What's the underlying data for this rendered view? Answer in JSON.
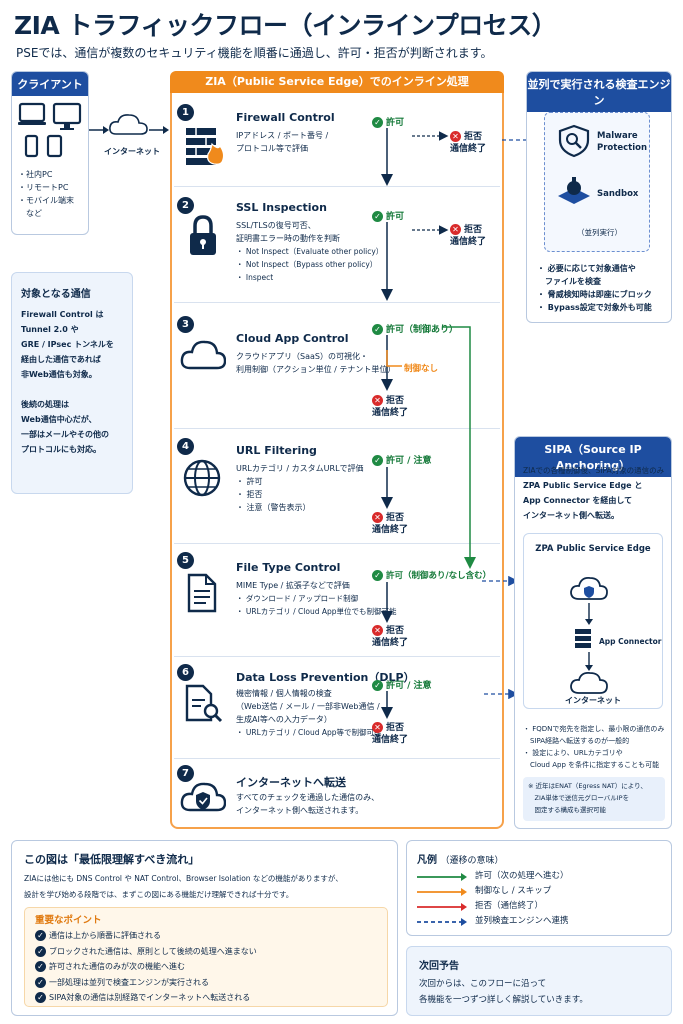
{
  "title": "ZIA トラフィックフロー（インラインプロセス）",
  "subtitle": "PSEでは、通信が複数のセキュリティ機能を順番に通過し、許可・拒否が判断されます。",
  "client": {
    "header": "クライアント",
    "items": [
      "・社内PC",
      "・リモートPC",
      "・モバイル端末",
      "　など"
    ],
    "internet_label": "インターネット"
  },
  "target": {
    "title": "対象となる通信",
    "lines": [
      "Firewall Control は",
      "Tunnel 2.0 や",
      "GRE / IPsec トンネルを",
      "経由した通信であれば",
      "非Web通信も対象。",
      "",
      "後続の処理は",
      "Web通信中心だが、",
      "一部はメールやその他の",
      "プロトコルにも対応。"
    ]
  },
  "center_header": "ZIA（Public Service Edge）でのインライン処理",
  "steps": [
    {
      "num": "1",
      "title": "Firewall Control",
      "lines": [
        "IPアドレス / ポート番号 /",
        "プロトコル等で評価"
      ],
      "allow": "許可",
      "deny": "拒否",
      "deny_sub": "通信終了"
    },
    {
      "num": "2",
      "title": "SSL Inspection",
      "lines": [
        "SSL/TLSの復号可否、",
        "証明書エラー時の動作を判断",
        "・ Not Inspect（Evaluate other policy）",
        "・ Not Inspect（Bypass other policy）",
        "・ Inspect"
      ],
      "allow": "許可",
      "deny": "拒否",
      "deny_sub": "通信終了"
    },
    {
      "num": "3",
      "title": "Cloud App Control",
      "lines": [
        "クラウドアプリ（SaaS）の可視化・",
        "利用制御（アクション単位 / テナント単位）"
      ],
      "allow": "許可（制御あり）",
      "nocontrol": "制御なし",
      "deny": "拒否",
      "deny_sub": "通信終了"
    },
    {
      "num": "4",
      "title": "URL Filtering",
      "lines": [
        "URLカテゴリ / カスタムURLで評価",
        "・ 許可",
        "・ 拒否",
        "・ 注意（警告表示）"
      ],
      "allow": "許可 / 注意",
      "deny": "拒否",
      "deny_sub": "通信終了"
    },
    {
      "num": "5",
      "title": "File Type Control",
      "lines": [
        "MIME Type / 拡張子などで評価",
        "・ ダウンロード / アップロード制御",
        "・ URLカテゴリ / Cloud App単位でも制御可能"
      ],
      "allow": "許可（制御あり/なし含む）",
      "deny": "拒否",
      "deny_sub": "通信終了"
    },
    {
      "num": "6",
      "title": "Data Loss Prevention（DLP）",
      "lines": [
        "機密情報 / 個人情報の検査",
        "（Web送信 / メール / 一部非Web通信 /",
        "生成AI等への入力データ）",
        "・ URLカテゴリ / Cloud App等で制御可能"
      ],
      "allow": "許可 / 注意",
      "deny": "拒否",
      "deny_sub": "通信終了"
    },
    {
      "num": "7",
      "title": "インターネットへ転送",
      "lines": [
        "すべてのチェックを通過した通信のみ、",
        "インターネット側へ転送されます。"
      ]
    }
  ],
  "engine": {
    "header": "並列で実行される検査エンジン",
    "malware": "Malware Protection",
    "sandbox": "Sandbox",
    "parallel": "（並列実行）",
    "bullets": [
      "・ 必要に応じて対象通信や",
      "　ファイルを検査",
      "・ 脅威検知時は即座にブロック",
      "・ Bypass設定で対象外も可能"
    ]
  },
  "sipa": {
    "header": "SIPA（Source IP Anchoring）",
    "desc": [
      "ZIAでの各種制御後、SIPA対象の通信のみ",
      "ZPA Public Service Edge と",
      "App Connector を経由して",
      "インターネット側へ転送。"
    ],
    "pse": "ZPA Public Service Edge",
    "connector": "App Connector",
    "internet": "インターネット",
    "bullets": [
      "・ FQDNで宛先を指定し、最小限の通信のみ",
      "　SIPA経路へ転送するのが一般的",
      "・ 設定により、URLカテゴリや",
      "　Cloud App を条件に指定することも可能"
    ],
    "note": [
      "※ 近年はENAT（Egress NAT）により、",
      "　ZIA単体で送信元グローバルIPを",
      "　固定する構成も選択可能"
    ]
  },
  "bottom": {
    "title": "この図は「最低限理解すべき流れ」",
    "desc": [
      "ZIAには他にも DNS Control や NAT Control、Browser Isolation などの機能がありますが、",
      "設計を学び始める段階では、まずこの図にある機能だけ理解できれば十分です。"
    ],
    "points_title": "重要なポイント",
    "points": [
      "通信は上から順番に評価される",
      "ブロックされた通信は、原則として後続の処理へ進まない",
      "許可された通信のみが次の機能へ進む",
      "一部処理は並列で検査エンジンが実行される",
      "SIPA対象の通信は別経路でインターネットへ転送される"
    ]
  },
  "legend": {
    "title": "凡例",
    "subtitle": "（遷移の意味）",
    "items": [
      {
        "label": "許可（次の処理へ進む）",
        "color": "#1f8a43"
      },
      {
        "label": "制御なし / スキップ",
        "color": "#f08a1c"
      },
      {
        "label": "拒否（通信終了）",
        "color": "#d92b2b"
      },
      {
        "label": "並列検査エンジンへ連携",
        "color": "#1e4ea0"
      }
    ]
  },
  "next": {
    "title": "次回予告",
    "lines": [
      "次回からは、このフローに沿って",
      "各機能を一つずつ詳しく解説していきます。"
    ]
  }
}
